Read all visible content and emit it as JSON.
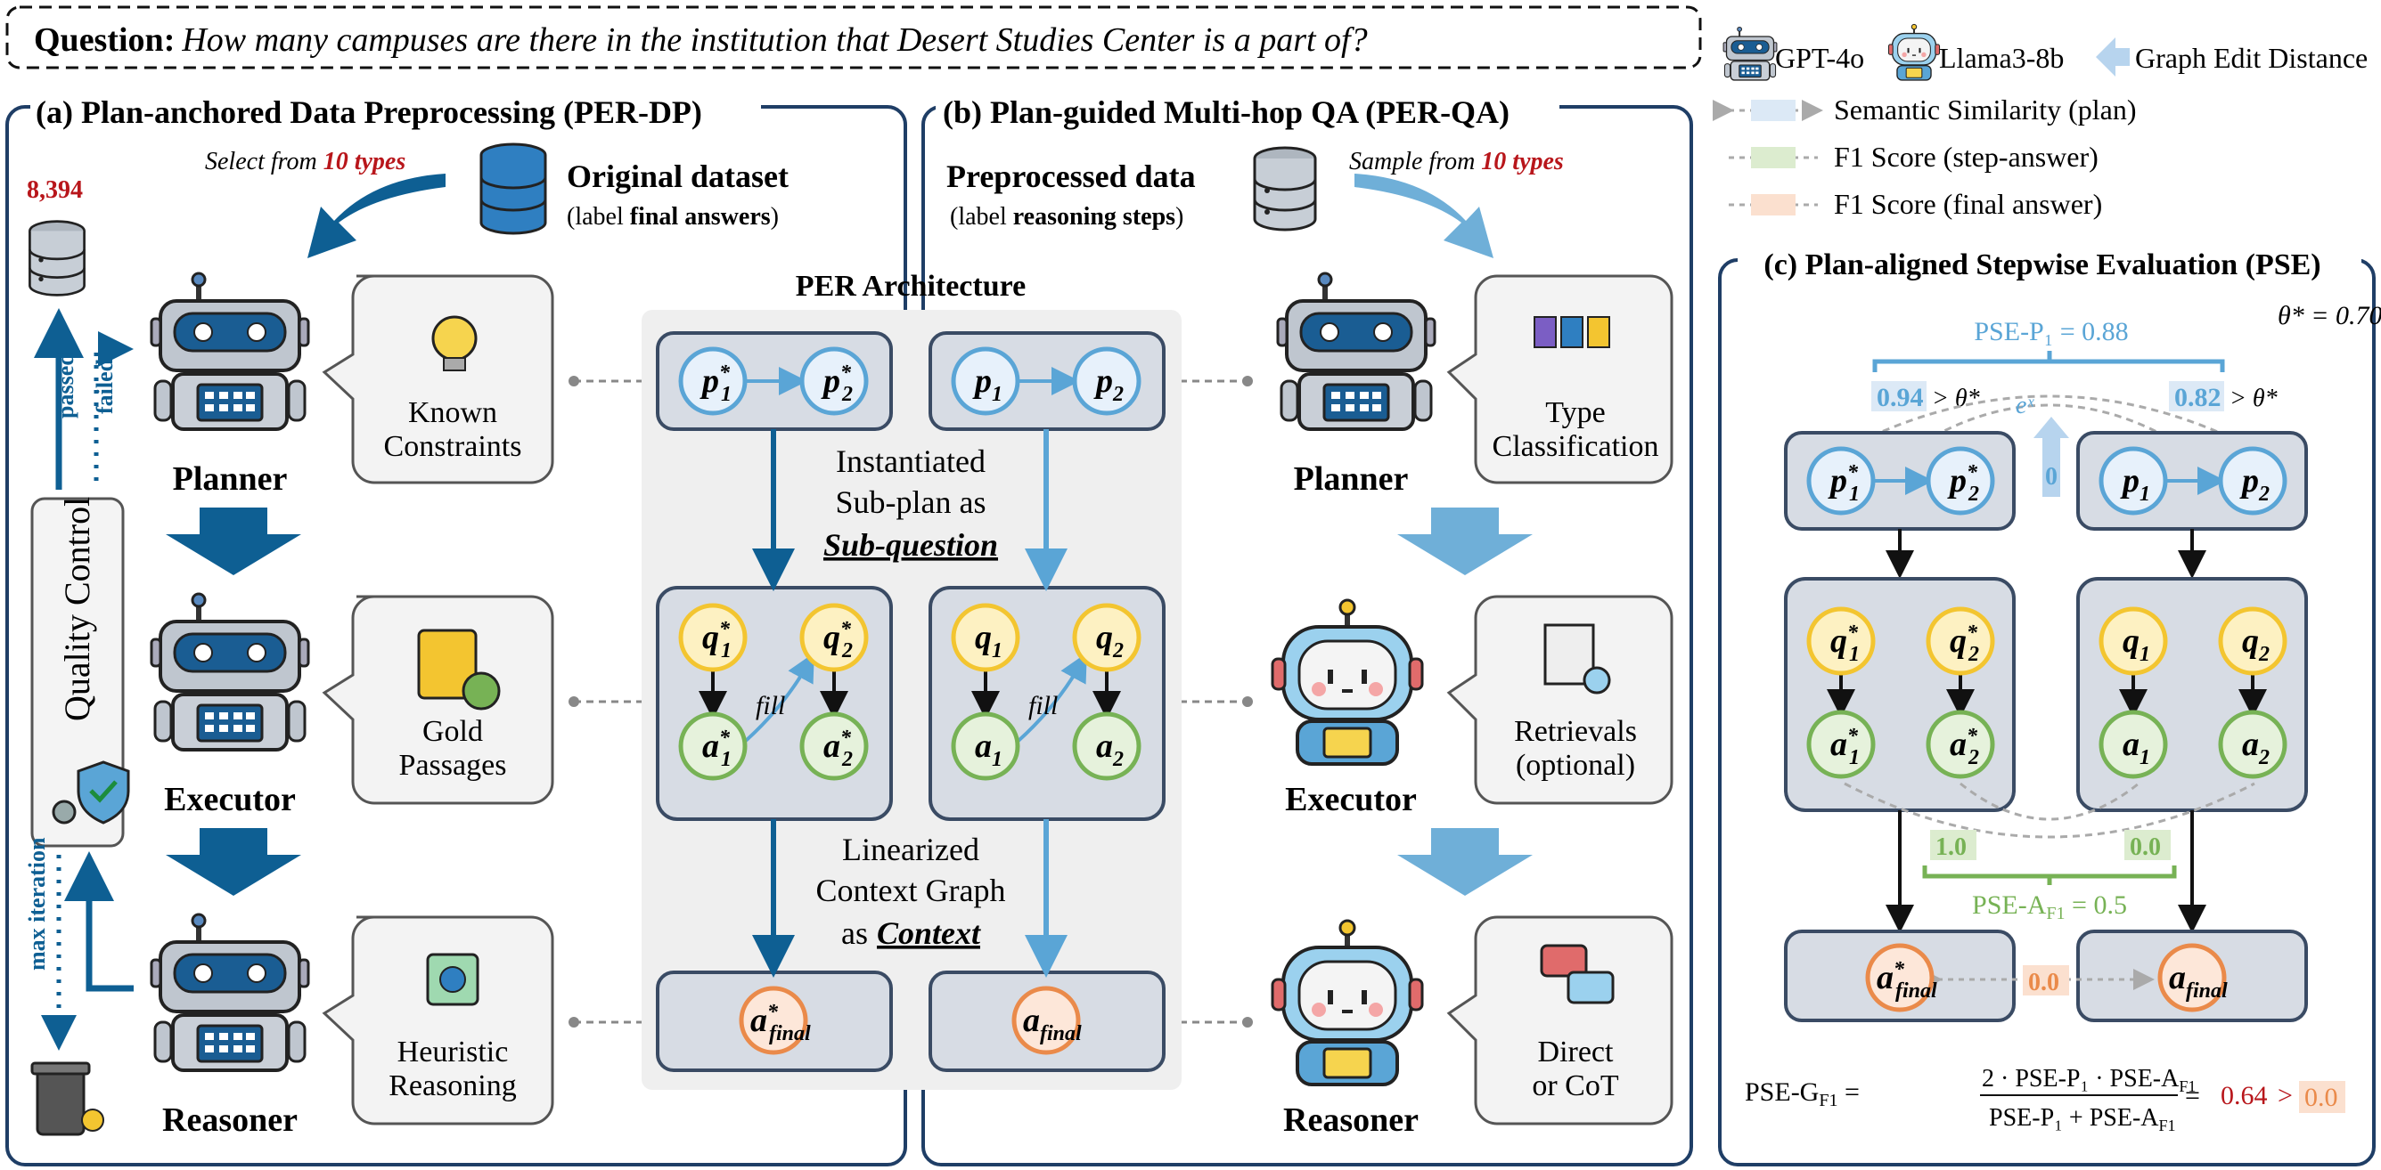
{
  "question": {
    "label": "Question:",
    "text": "How many campuses are there in the institution that Desert Studies Center is a part of?"
  },
  "legend": {
    "gpt": "GPT-4o",
    "llama": "Llama3-8b",
    "ged": "Graph Edit Distance",
    "sem": "Semantic Similarity (plan)",
    "f1step": "F1 Score (step-answer)",
    "f1final": "F1 Score (final answer)"
  },
  "colors": {
    "dark_blue": "#0e5f93",
    "light_blue": "#6fafd8",
    "gold": "#f3c530",
    "green": "#77b255",
    "orange": "#ea8a4a",
    "red": "#b8161b"
  },
  "panel_a": {
    "title": "(a) Plan-anchored Data Preprocessing (PER-DP)",
    "select_prefix": "Select from ",
    "select_num": "10 types",
    "dataset_title": "Original dataset",
    "dataset_sub_pre": "(label ",
    "dataset_sub_bold": "final answers",
    "dataset_sub_post": ")",
    "count": "8,394",
    "passed": "passed",
    "failed": "failed",
    "quality": "Quality Control",
    "max_iteration": "max iteration",
    "planner": "Planner",
    "executor": "Executor",
    "reasoner": "Reasoner",
    "bubble1": [
      "Known",
      "Constraints"
    ],
    "bubble2": [
      "Gold",
      "Passages"
    ],
    "bubble3": [
      "Heuristic",
      "Reasoning"
    ]
  },
  "architecture": {
    "title": "PER Architecture",
    "sub1": [
      "Instantiated",
      "Sub-plan as"
    ],
    "sub1_em": "Sub-question",
    "sub2": [
      "Linearized",
      "Context Graph",
      "as"
    ],
    "sub2_em": "Context",
    "fill": "fill",
    "nodes": {
      "p": "p",
      "q": "q",
      "a": "a",
      "final": "final",
      "star": "*",
      "one": "1",
      "two": "2"
    }
  },
  "panel_b": {
    "title": "(b) Plan-guided Multi-hop QA (PER-QA)",
    "data_title": "Preprocessed data",
    "data_sub_pre": "(label ",
    "data_sub_bold": "reasoning steps",
    "data_sub_post": ")",
    "sample_prefix": "Sample from ",
    "sample_num": "10 types",
    "planner": "Planner",
    "executor": "Executor",
    "reasoner": "Reasoner",
    "bubble1": [
      "Type",
      "Classification"
    ],
    "bubble2": [
      "Retrievals",
      "(optional)"
    ],
    "bubble3": [
      "Direct",
      "or CoT"
    ]
  },
  "panel_c": {
    "title": "(c) Plan-aligned Stepwise Evaluation (PSE)",
    "theta": "θ* = 0.70",
    "pse_p": "PSE-P₁ = 0.88",
    "sim1": "0.94",
    "sim2": "0.82",
    "gt_theta": "> θ*",
    "ex": "eˣ",
    "ged_val": "0",
    "f1_1": "1.0",
    "f1_2": "0.0",
    "pse_a": "PSE-A",
    "pse_a_sub": "F1",
    "pse_a_val": " = 0.5",
    "final_f1": "0.0",
    "formula_lhs": "PSE-G",
    "formula_num": "2 · PSE-P₁ · PSE-A",
    "formula_den": "PSE-P₁ + PSE-A",
    "formula_res": "0.64",
    "formula_gt": ">",
    "formula_cmp": "0.0"
  }
}
